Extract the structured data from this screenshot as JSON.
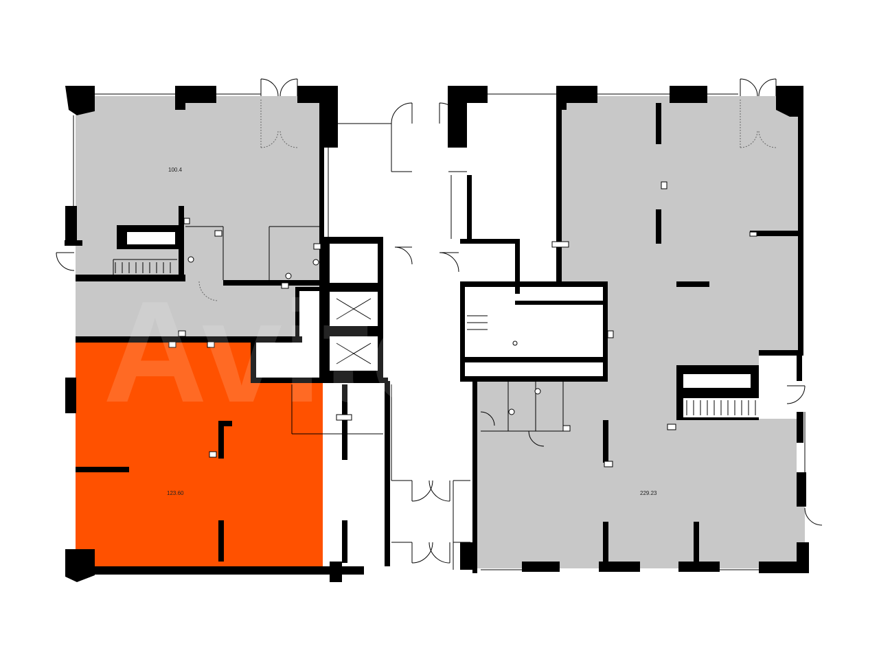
{
  "plan": {
    "units": [
      {
        "id": "unit-top-left",
        "area": "100.4",
        "status": "available"
      },
      {
        "id": "unit-bottom-left",
        "area": "123.60",
        "status": "selected"
      },
      {
        "id": "unit-right",
        "area": "229.23",
        "status": "available"
      }
    ],
    "watermark": "Avito"
  },
  "colors": {
    "available": "#c8c8c8",
    "selected": "#ff5100",
    "wall": "#000000",
    "background": "#ffffff"
  }
}
